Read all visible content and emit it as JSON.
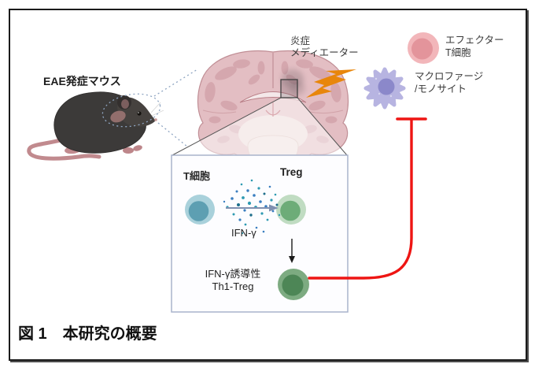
{
  "figure": {
    "caption": "図 1　本研究の概要",
    "labels": {
      "mouse": "EAE発症マウス",
      "inflammation_mediator": "炎症\nメディエーター",
      "effector_t_cell": "エフェクター\nT細胞",
      "macrophage_monocyte": "マクロファージ\n/モノサイト",
      "t_cell": "T細胞",
      "treg": "Treg",
      "ifn_gamma": "IFN-γ",
      "th1_treg": "IFN-γ誘導性\nTh1-Treg"
    },
    "icons": {
      "lightning-bolt-icon": "orange zigzag bolt (inflammatory attack)",
      "inhibition-tbar-icon": "red T-bar (suppression of macrophage/monocyte)",
      "magnifier-dotted-circle": "dotted ellipse around mouse head linked to brain section"
    },
    "colors": {
      "inhibition_red": "#ee1513",
      "lightning_orange": "#e8860b",
      "effector_t_outer": "#f2b6ba",
      "effector_t_inner": "#e3949b",
      "macrophage_body": "#b7b4e1",
      "macrophage_nucleus": "#8b88ca",
      "t_cell_outer": "#a9d1db",
      "t_cell_inner": "#5d9fb2",
      "treg_outer": "#c0dcc2",
      "treg_inner": "#6dac78",
      "th1_treg_outer": "#7dab81",
      "th1_treg_inner": "#4d8656",
      "brain_base": "#e3bec3",
      "inset_border": "#a9b4cc",
      "frame_border": "#1b1b1b"
    }
  }
}
